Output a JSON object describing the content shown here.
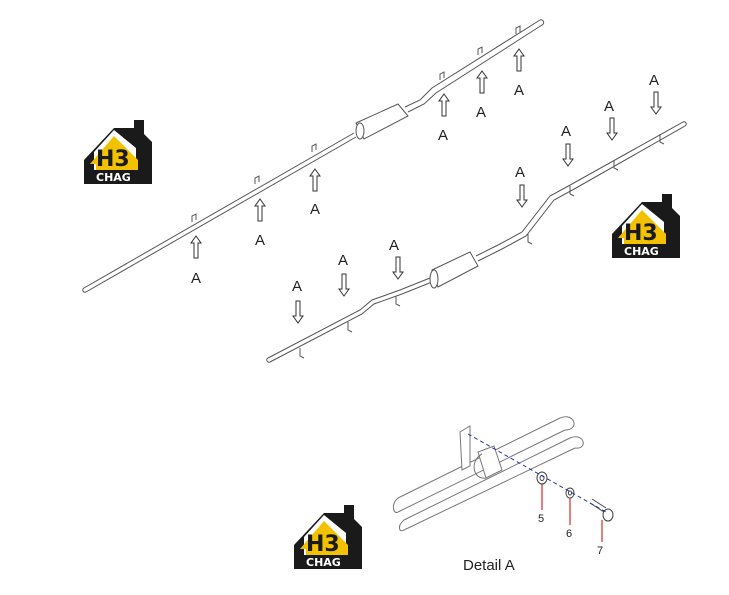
{
  "callout_letter": "A",
  "detail_title": "Detail A",
  "part_numbers": [
    "5",
    "6",
    "7"
  ],
  "logo": {
    "mark": "H3",
    "caption": "CHAG",
    "color_gold": "#f2c100",
    "color_dark": "#1a1a1a"
  },
  "colors": {
    "line": "#555555",
    "leader": "#cc0000",
    "axis": "#2233aa"
  }
}
